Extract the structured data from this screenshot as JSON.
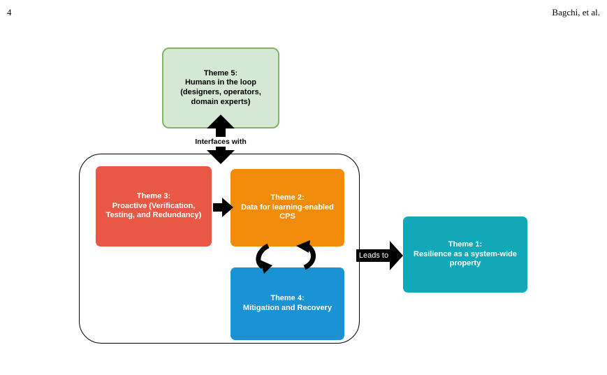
{
  "page": {
    "number": "4",
    "author": "Bagchi, et al."
  },
  "themes": {
    "theme5": "Theme 5:\nHumans in the loop\n(designers, operators,\ndomain experts)",
    "theme3": "Theme 3:\nProactive (Verification,\nTesting, and Redundancy)",
    "theme2": "Theme 2:\nData for learning-enabled\nCPS",
    "theme4": "Theme 4:\nMitigation and Recovery",
    "theme1": "Theme 1:\nResilience as a system-wide\nproperty"
  },
  "connectors": {
    "interfaces_with": "Interfaces with",
    "leads_to": "Leads to"
  },
  "colors": {
    "theme5_fill": "#d5e8d4",
    "theme5_border": "#82b366",
    "theme3_fill": "#e85844",
    "theme2_fill": "#f18c0b",
    "theme4_fill": "#1b92d3",
    "theme1_fill": "#12a8b7"
  }
}
